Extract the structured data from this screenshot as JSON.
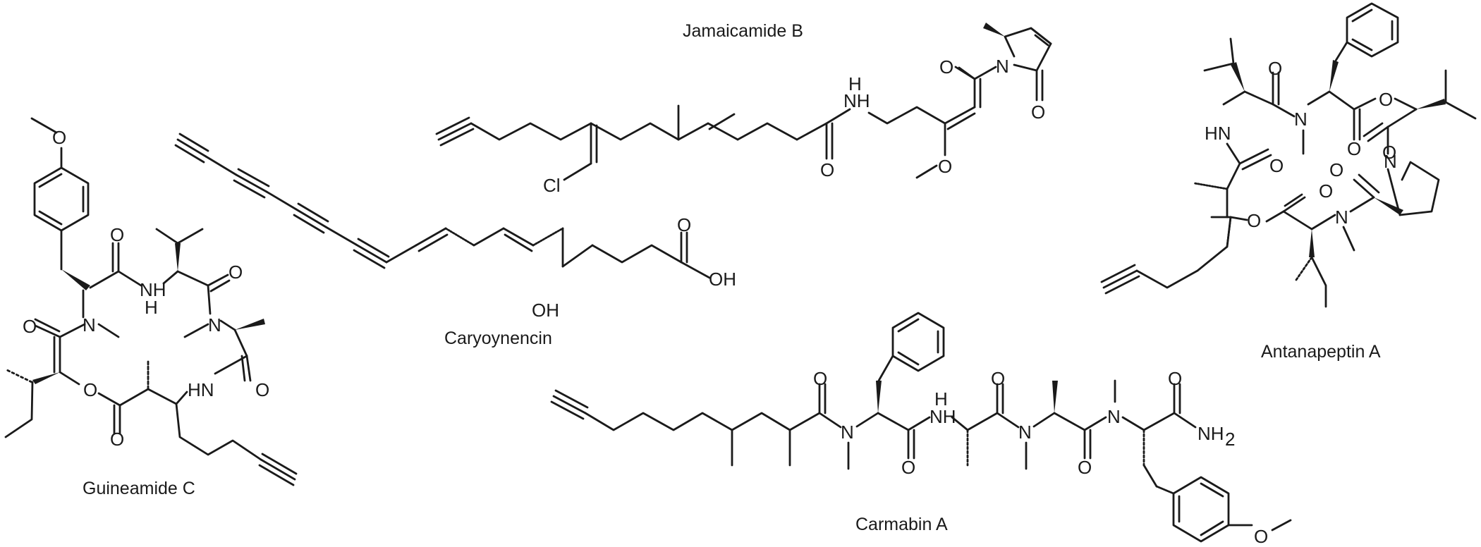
{
  "compounds": {
    "guineamide_c": {
      "name": "Guineamide C"
    },
    "caryoynencin": {
      "name": "Caryoynencin"
    },
    "jamaicamide_b": {
      "name": "Jamaicamide B"
    },
    "carmabin_a": {
      "name": "Carmabin A"
    },
    "antanapeptin_a": {
      "name": "Antanapeptin A"
    }
  },
  "atoms": {
    "oxygen": "O",
    "nitrogen": "N",
    "amide_nh": "HN",
    "amide_n_h": "NH",
    "hydroxyl": "OH",
    "chlorine": "Cl",
    "amine_nh2": "NH",
    "subscript_2": "2"
  }
}
